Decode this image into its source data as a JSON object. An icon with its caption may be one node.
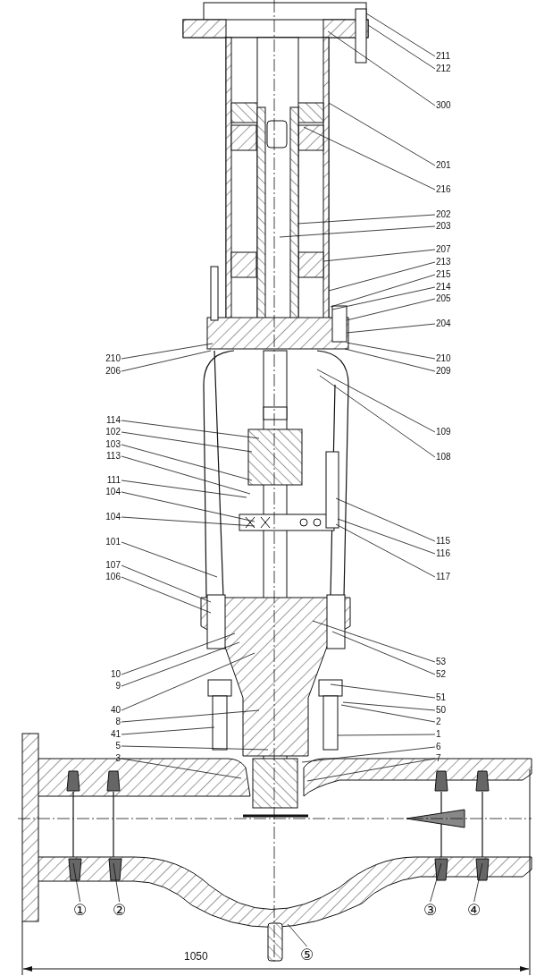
{
  "diagram": {
    "nodes": [
      {
        "text": [
          "211"
        ]
      },
      {
        "text": [
          "212"
        ]
      },
      {
        "text": [
          "300"
        ]
      },
      {
        "text": [
          "201"
        ]
      },
      {
        "text": [
          "216"
        ]
      },
      {
        "text": [
          "202"
        ]
      },
      {
        "text": [
          "203"
        ]
      },
      {
        "text": [
          "207"
        ]
      },
      {
        "text": [
          "213"
        ]
      },
      {
        "text": [
          "215"
        ]
      },
      {
        "text": [
          "214"
        ]
      },
      {
        "text": [
          "205"
        ]
      },
      {
        "text": [
          "204"
        ]
      },
      {
        "text": [
          "210"
        ]
      },
      {
        "text": [
          "209"
        ]
      },
      {
        "text": [
          "109"
        ]
      },
      {
        "text": [
          "108"
        ]
      },
      {
        "text": [
          "115"
        ]
      },
      {
        "text": [
          "116"
        ]
      },
      {
        "text": [
          "117"
        ]
      },
      {
        "text": [
          "53"
        ]
      },
      {
        "text": [
          "52"
        ]
      },
      {
        "text": [
          "51"
        ]
      },
      {
        "text": [
          "50"
        ]
      },
      {
        "text": [
          "2"
        ]
      },
      {
        "text": [
          "1"
        ]
      },
      {
        "text": [
          "6"
        ]
      },
      {
        "text": [
          "7"
        ]
      },
      {
        "text": [
          "210"
        ]
      },
      {
        "text": [
          "206"
        ]
      },
      {
        "text": [
          "114"
        ]
      },
      {
        "text": [
          "102"
        ]
      },
      {
        "text": [
          "103"
        ]
      },
      {
        "text": [
          "113"
        ]
      },
      {
        "text": [
          "111"
        ]
      },
      {
        "text": [
          "104"
        ]
      },
      {
        "text": [
          "104"
        ]
      },
      {
        "text": [
          "101"
        ]
      },
      {
        "text": [
          "107"
        ]
      },
      {
        "text": [
          "106"
        ]
      },
      {
        "text": [
          "10"
        ]
      },
      {
        "text": [
          "9"
        ]
      },
      {
        "text": [
          "40"
        ]
      },
      {
        "text": [
          "8"
        ]
      },
      {
        "text": [
          "41"
        ]
      },
      {
        "text": [
          "5"
        ]
      },
      {
        "text": [
          "3"
        ]
      },
      {
        "text": [
          "①"
        ]
      },
      {
        "text": [
          "②"
        ]
      },
      {
        "text": [
          "③"
        ]
      },
      {
        "text": [
          "④"
        ]
      },
      {
        "text": [
          "⑤"
        ]
      }
    ],
    "edges": [
      {
        "from": 0,
        "to": null,
        "arrow": "none"
      },
      {
        "from": 1,
        "to": null,
        "arrow": "none"
      },
      {
        "from": 2,
        "to": null,
        "arrow": "none"
      },
      {
        "from": 3,
        "to": null,
        "arrow": "none"
      },
      {
        "from": 4,
        "to": null,
        "arrow": "none"
      },
      {
        "from": 5,
        "to": null,
        "arrow": "none"
      },
      {
        "from": 6,
        "to": null,
        "arrow": "none"
      },
      {
        "from": 7,
        "to": null,
        "arrow": "none"
      },
      {
        "from": 8,
        "to": null,
        "arrow": "none"
      },
      {
        "from": 9,
        "to": null,
        "arrow": "none"
      },
      {
        "from": 10,
        "to": null,
        "arrow": "none"
      },
      {
        "from": 11,
        "to": null,
        "arrow": "none"
      },
      {
        "from": 12,
        "to": null,
        "arrow": "none"
      },
      {
        "from": 13,
        "to": null,
        "arrow": "none"
      },
      {
        "from": 14,
        "to": null,
        "arrow": "none"
      },
      {
        "from": 15,
        "to": null,
        "arrow": "none"
      },
      {
        "from": 16,
        "to": null,
        "arrow": "none"
      },
      {
        "from": 17,
        "to": null,
        "arrow": "none"
      },
      {
        "from": 18,
        "to": null,
        "arrow": "none"
      },
      {
        "from": 19,
        "to": null,
        "arrow": "none"
      },
      {
        "from": 20,
        "to": null,
        "arrow": "none"
      },
      {
        "from": 21,
        "to": null,
        "arrow": "none"
      },
      {
        "from": 22,
        "to": null,
        "arrow": "none"
      },
      {
        "from": 23,
        "to": null,
        "arrow": "none"
      },
      {
        "from": 24,
        "to": null,
        "arrow": "none"
      },
      {
        "from": 25,
        "to": null,
        "arrow": "none"
      },
      {
        "from": 26,
        "to": null,
        "arrow": "none"
      },
      {
        "from": 27,
        "to": null,
        "arrow": "none"
      },
      {
        "from": 28,
        "to": null,
        "arrow": "none"
      },
      {
        "from": 29,
        "to": null,
        "arrow": "none"
      },
      {
        "from": 30,
        "to": null,
        "arrow": "none"
      },
      {
        "from": 31,
        "to": null,
        "arrow": "none"
      },
      {
        "from": 32,
        "to": null,
        "arrow": "none"
      },
      {
        "from": 33,
        "to": null,
        "arrow": "none"
      },
      {
        "from": 34,
        "to": null,
        "arrow": "none"
      },
      {
        "from": 35,
        "to": null,
        "arrow": "none"
      },
      {
        "from": 36,
        "to": null,
        "arrow": "none"
      },
      {
        "from": 37,
        "to": null,
        "arrow": "none"
      },
      {
        "from": 38,
        "to": null,
        "arrow": "none"
      },
      {
        "from": 39,
        "to": null,
        "arrow": "none"
      },
      {
        "from": 40,
        "to": null,
        "arrow": "none"
      },
      {
        "from": 41,
        "to": null,
        "arrow": "none"
      },
      {
        "from": 42,
        "to": null,
        "arrow": "none"
      },
      {
        "from": 43,
        "to": null,
        "arrow": "none"
      },
      {
        "from": 44,
        "to": null,
        "arrow": "none"
      },
      {
        "from": 45,
        "to": null,
        "arrow": "none"
      },
      {
        "from": 46,
        "to": null,
        "arrow": "none"
      },
      {
        "from": 47,
        "to": null,
        "arrow": "none"
      },
      {
        "from": 48,
        "to": null,
        "arrow": "none"
      },
      {
        "from": 49,
        "to": null,
        "arrow": "none"
      },
      {
        "from": 50,
        "to": null,
        "arrow": "none"
      },
      {
        "from": 51,
        "to": null,
        "arrow": "none"
      }
    ],
    "labels": [
      "1050"
    ]
  }
}
